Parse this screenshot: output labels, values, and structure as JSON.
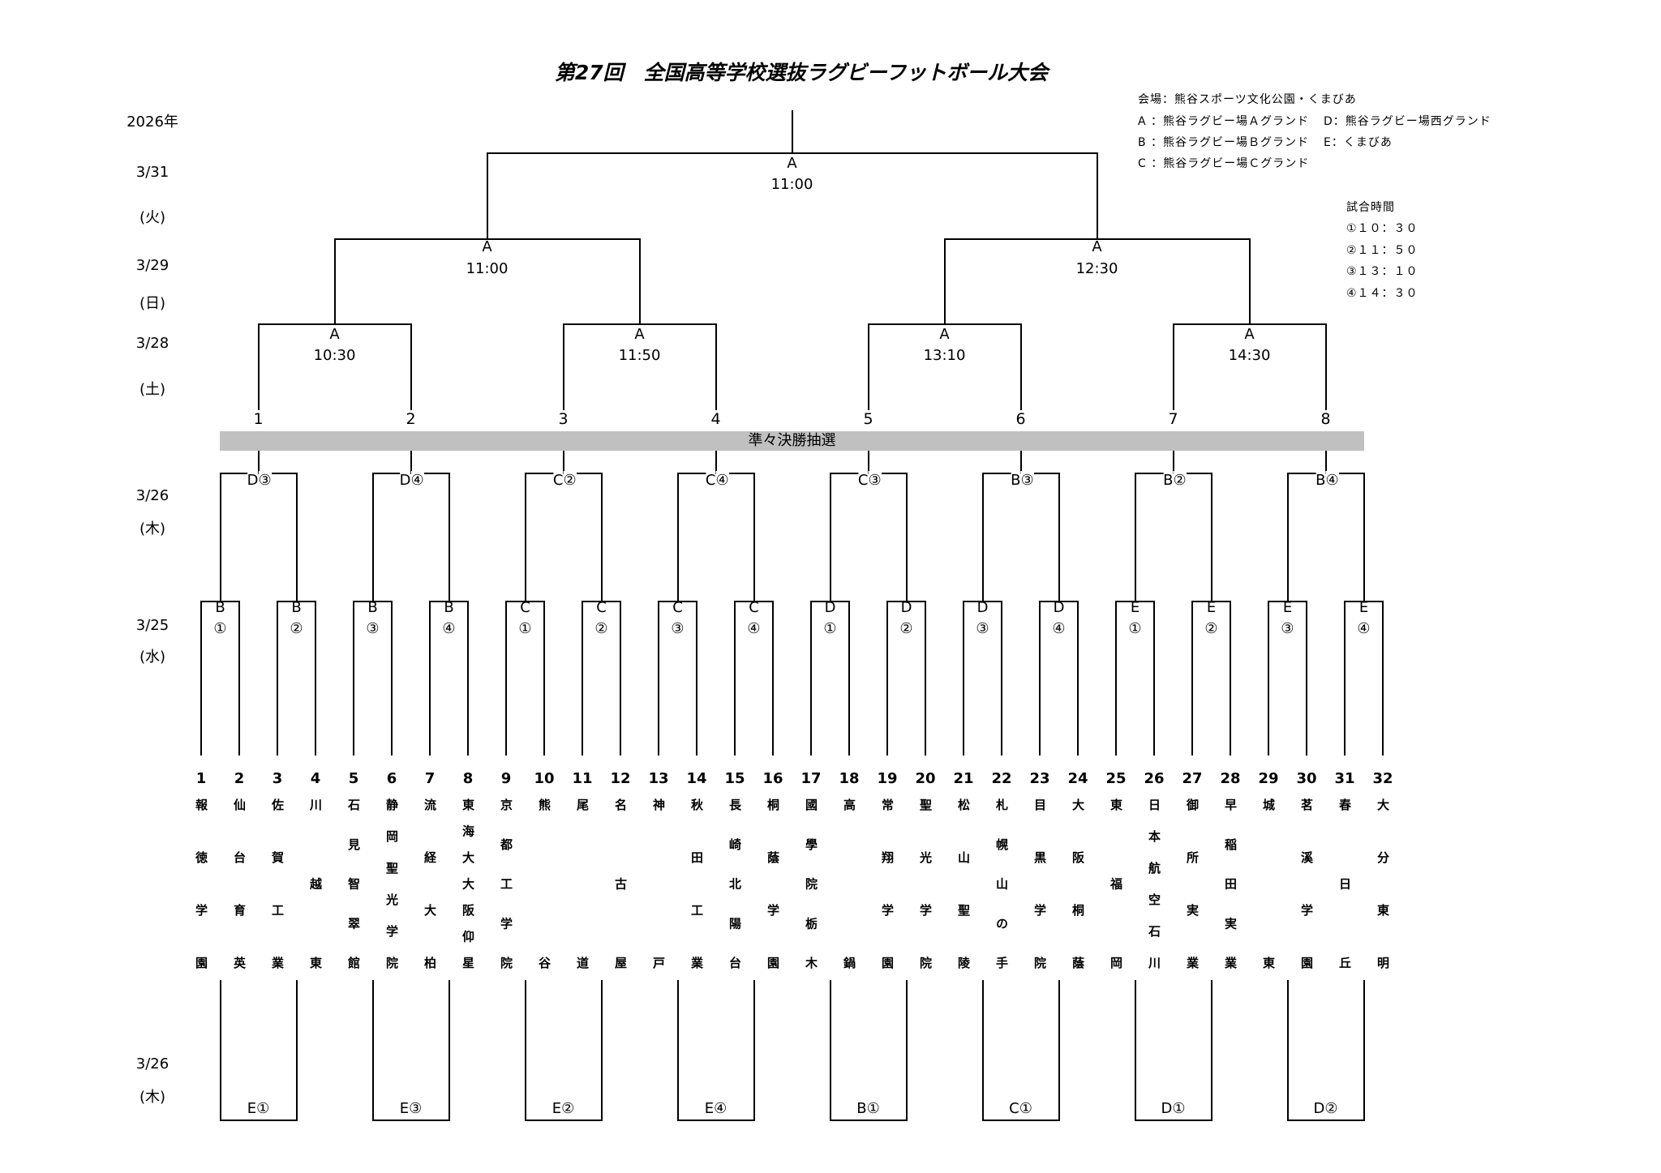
{
  "title": "第27回　全国高等学校選抜ラグビーフットボール大会",
  "dates": {
    "year": "2026年",
    "final_date": "3/31",
    "final_day": "(火)",
    "sf_date": "3/29",
    "sf_day": "(日)",
    "qf_date": "3/28",
    "qf_day": "(土)",
    "r2_date": "3/26",
    "r2_day": "(木)",
    "r1_date": "3/25",
    "r1_day": "(水)",
    "cons_date": "3/26",
    "cons_day": "(木)"
  },
  "venue": {
    "header": "会場：熊谷スポーツ文化公園・くまびあ",
    "a": "A ：熊谷ラグビー場Ａグランド",
    "b": "B ：熊谷ラグビー場Ｂグランド",
    "c": "C ：熊谷ラグビー場Ｃグランド",
    "d": "D：熊谷ラグビー場西グランド",
    "e": "E：くまびあ"
  },
  "times": {
    "header": "試合時間",
    "items": [
      "①１０：３０",
      "②１１：５０",
      "③１３：１０",
      "④１４：３０"
    ]
  },
  "final": {
    "venue": "A",
    "time": "11:00"
  },
  "semifinals": [
    {
      "venue": "A",
      "time": "11:00"
    },
    {
      "venue": "A",
      "time": "12:30"
    }
  ],
  "quarterfinals": [
    {
      "venue": "A",
      "time": "10:30"
    },
    {
      "venue": "A",
      "time": "11:50"
    },
    {
      "venue": "A",
      "time": "13:10"
    },
    {
      "venue": "A",
      "time": "14:30"
    }
  ],
  "draw_slots": [
    "1",
    "2",
    "3",
    "4",
    "5",
    "6",
    "7",
    "8"
  ],
  "draw_bar": "準々決勝抽選",
  "round2": [
    {
      "venue": "D",
      "slot": "③"
    },
    {
      "venue": "D",
      "slot": "④"
    },
    {
      "venue": "C",
      "slot": "②"
    },
    {
      "venue": "C",
      "slot": "④"
    },
    {
      "venue": "C",
      "slot": "③"
    },
    {
      "venue": "B",
      "slot": "③"
    },
    {
      "venue": "B",
      "slot": "②"
    },
    {
      "venue": "B",
      "slot": "④"
    }
  ],
  "round1": [
    {
      "venue": "B",
      "slot": "①"
    },
    {
      "venue": "B",
      "slot": "②"
    },
    {
      "venue": "B",
      "slot": "③"
    },
    {
      "venue": "B",
      "slot": "④"
    },
    {
      "venue": "C",
      "slot": "①"
    },
    {
      "venue": "C",
      "slot": "②"
    },
    {
      "venue": "C",
      "slot": "③"
    },
    {
      "venue": "C",
      "slot": "④"
    },
    {
      "venue": "D",
      "slot": "①"
    },
    {
      "venue": "D",
      "slot": "②"
    },
    {
      "venue": "D",
      "slot": "③"
    },
    {
      "venue": "D",
      "slot": "④"
    },
    {
      "venue": "E",
      "slot": "①"
    },
    {
      "venue": "E",
      "slot": "②"
    },
    {
      "venue": "E",
      "slot": "③"
    },
    {
      "venue": "E",
      "slot": "④"
    }
  ],
  "consolation": [
    "E①",
    "E③",
    "E②",
    "E④",
    "B①",
    "C①",
    "D①",
    "D②"
  ],
  "teams": [
    {
      "no": "1",
      "name": "報徳学園"
    },
    {
      "no": "2",
      "name": "仙台育英"
    },
    {
      "no": "3",
      "name": "佐賀工業"
    },
    {
      "no": "4",
      "name": "川越東"
    },
    {
      "no": "5",
      "name": "石見智翠館"
    },
    {
      "no": "6",
      "name": "静岡聖光学院"
    },
    {
      "no": "7",
      "name": "流経大柏"
    },
    {
      "no": "8",
      "name": "東海大大阪仰星"
    },
    {
      "no": "9",
      "name": "京都工学院"
    },
    {
      "no": "10",
      "name": "熊谷"
    },
    {
      "no": "11",
      "name": "尾道"
    },
    {
      "no": "12",
      "name": "名古屋"
    },
    {
      "no": "13",
      "name": "神戸"
    },
    {
      "no": "14",
      "name": "秋田工業"
    },
    {
      "no": "15",
      "name": "長崎北陽台"
    },
    {
      "no": "16",
      "name": "桐蔭学園"
    },
    {
      "no": "17",
      "name": "國學院栃木"
    },
    {
      "no": "18",
      "name": "高鍋"
    },
    {
      "no": "19",
      "name": "常翔学園"
    },
    {
      "no": "20",
      "name": "聖光学院"
    },
    {
      "no": "21",
      "name": "松山聖陵"
    },
    {
      "no": "22",
      "name": "札幌山の手"
    },
    {
      "no": "23",
      "name": "目黒学院"
    },
    {
      "no": "24",
      "name": "大阪桐蔭"
    },
    {
      "no": "25",
      "name": "東福岡"
    },
    {
      "no": "26",
      "name": "日本航空石川"
    },
    {
      "no": "27",
      "name": "御所実業"
    },
    {
      "no": "28",
      "name": "早稲田実業"
    },
    {
      "no": "29",
      "name": "城東"
    },
    {
      "no": "30",
      "name": "茗溪学園"
    },
    {
      "no": "31",
      "name": "春日丘"
    },
    {
      "no": "32",
      "name": "大分東明"
    }
  ]
}
